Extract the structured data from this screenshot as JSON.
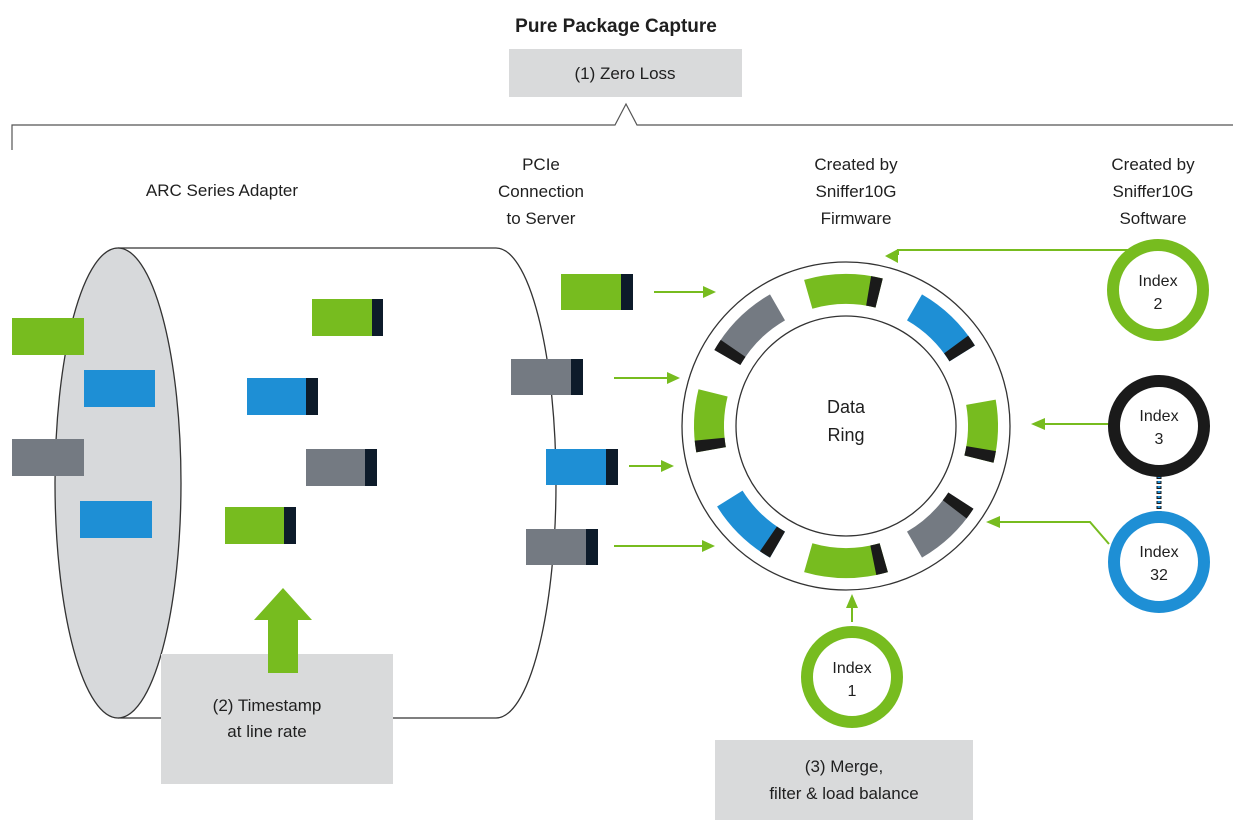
{
  "title": "Pure Package Capture",
  "colors": {
    "green": "#77bc1f",
    "blue": "#1e8fd5",
    "gray": "#747a82",
    "dark": "#1a1a1a",
    "navy": "#0d1b2a",
    "box": "#d9dadb",
    "adapter_face": "#d7d9db"
  },
  "labels": {
    "zero_loss": "(1) Zero Loss",
    "adapter": "ARC Series Adapter",
    "pcie": [
      "PCIe",
      "Connection",
      "to Server"
    ],
    "firmware": [
      "Created by",
      "Sniffer10G",
      "Firmware"
    ],
    "software": [
      "Created by",
      "Sniffer10G",
      "Software"
    ],
    "ring": [
      "Data",
      "Ring"
    ],
    "timestamp": [
      "(2) Timestamp",
      "at line rate"
    ],
    "merge": [
      "(3) Merge,",
      "filter & load balance"
    ]
  },
  "indexes": [
    {
      "name": "Index",
      "number": "1",
      "color": "green"
    },
    {
      "name": "Index",
      "number": "2",
      "color": "green"
    },
    {
      "name": "Index",
      "number": "3",
      "color": "dark"
    },
    {
      "name": "Index",
      "number": "32",
      "color": "blue"
    }
  ]
}
